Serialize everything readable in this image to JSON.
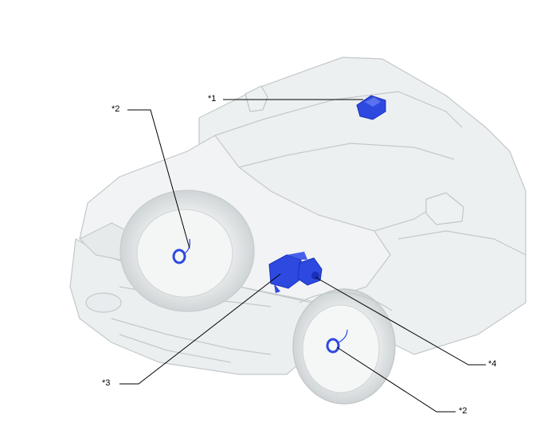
{
  "callouts": {
    "c1": "*1",
    "c2_left": "*2",
    "c2_right": "*2",
    "c3": "*3",
    "c4": "*4"
  },
  "colors": {
    "component_blue": "#2d49e0",
    "component_dark": "#1a2fb8",
    "body_outline": "#bfc5c8",
    "body_fill": "#eef1f2",
    "leader": "#000000"
  }
}
